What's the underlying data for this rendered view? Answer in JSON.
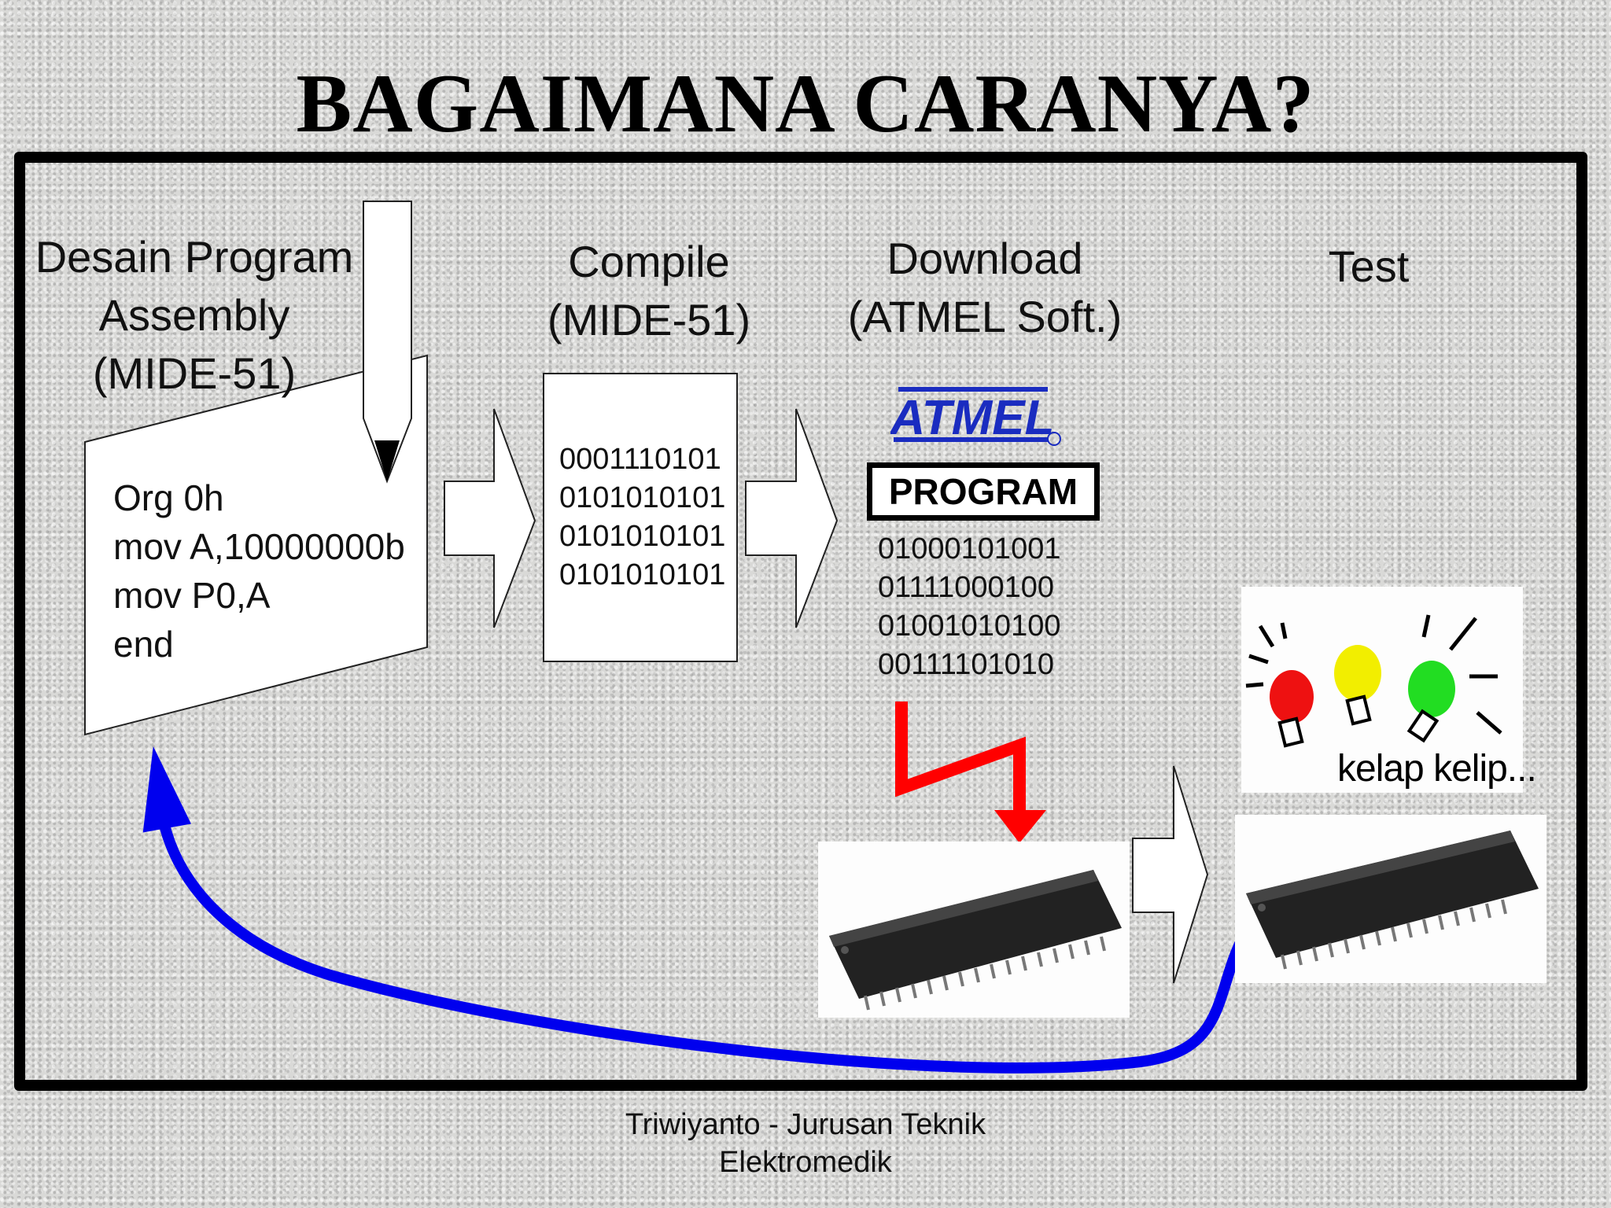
{
  "title": "BAGAIMANA CARANYA?",
  "steps": {
    "design": {
      "label_line1": "Desain Program",
      "label_line2": "Assembly",
      "label_line3": "(MIDE-51)",
      "code": [
        "Org 0h",
        "mov A,10000000b",
        "mov P0,A",
        "end"
      ]
    },
    "compile": {
      "label_line1": "Compile",
      "label_line2": "(MIDE-51)",
      "bits": [
        "0001110101",
        "0101010101",
        "0101010101",
        "0101010101"
      ]
    },
    "download": {
      "label_line1": "Download",
      "label_line2": "(ATMEL Soft.)",
      "logo_text": "ATMEL",
      "program_label": "PROGRAM",
      "bits": [
        "01000101001",
        "01111000100",
        "01001010100",
        "00111101010"
      ]
    },
    "test": {
      "label": "Test",
      "caption": "kelap kelip..."
    }
  },
  "footer": {
    "line1": "Triwiyanto - Jurusan Teknik",
    "line2": "Elektromedik"
  },
  "colors": {
    "flash_arrow": "#ff0000",
    "loop_arrow": "#0000ee",
    "atmel_blue": "#1a2cc0",
    "led_red": "#ee1111",
    "led_yellow": "#f2ee00",
    "led_green": "#22dd22"
  },
  "icons": [
    "pencil-icon",
    "atmel-logo",
    "chip-icon",
    "led-bulb-icon"
  ]
}
